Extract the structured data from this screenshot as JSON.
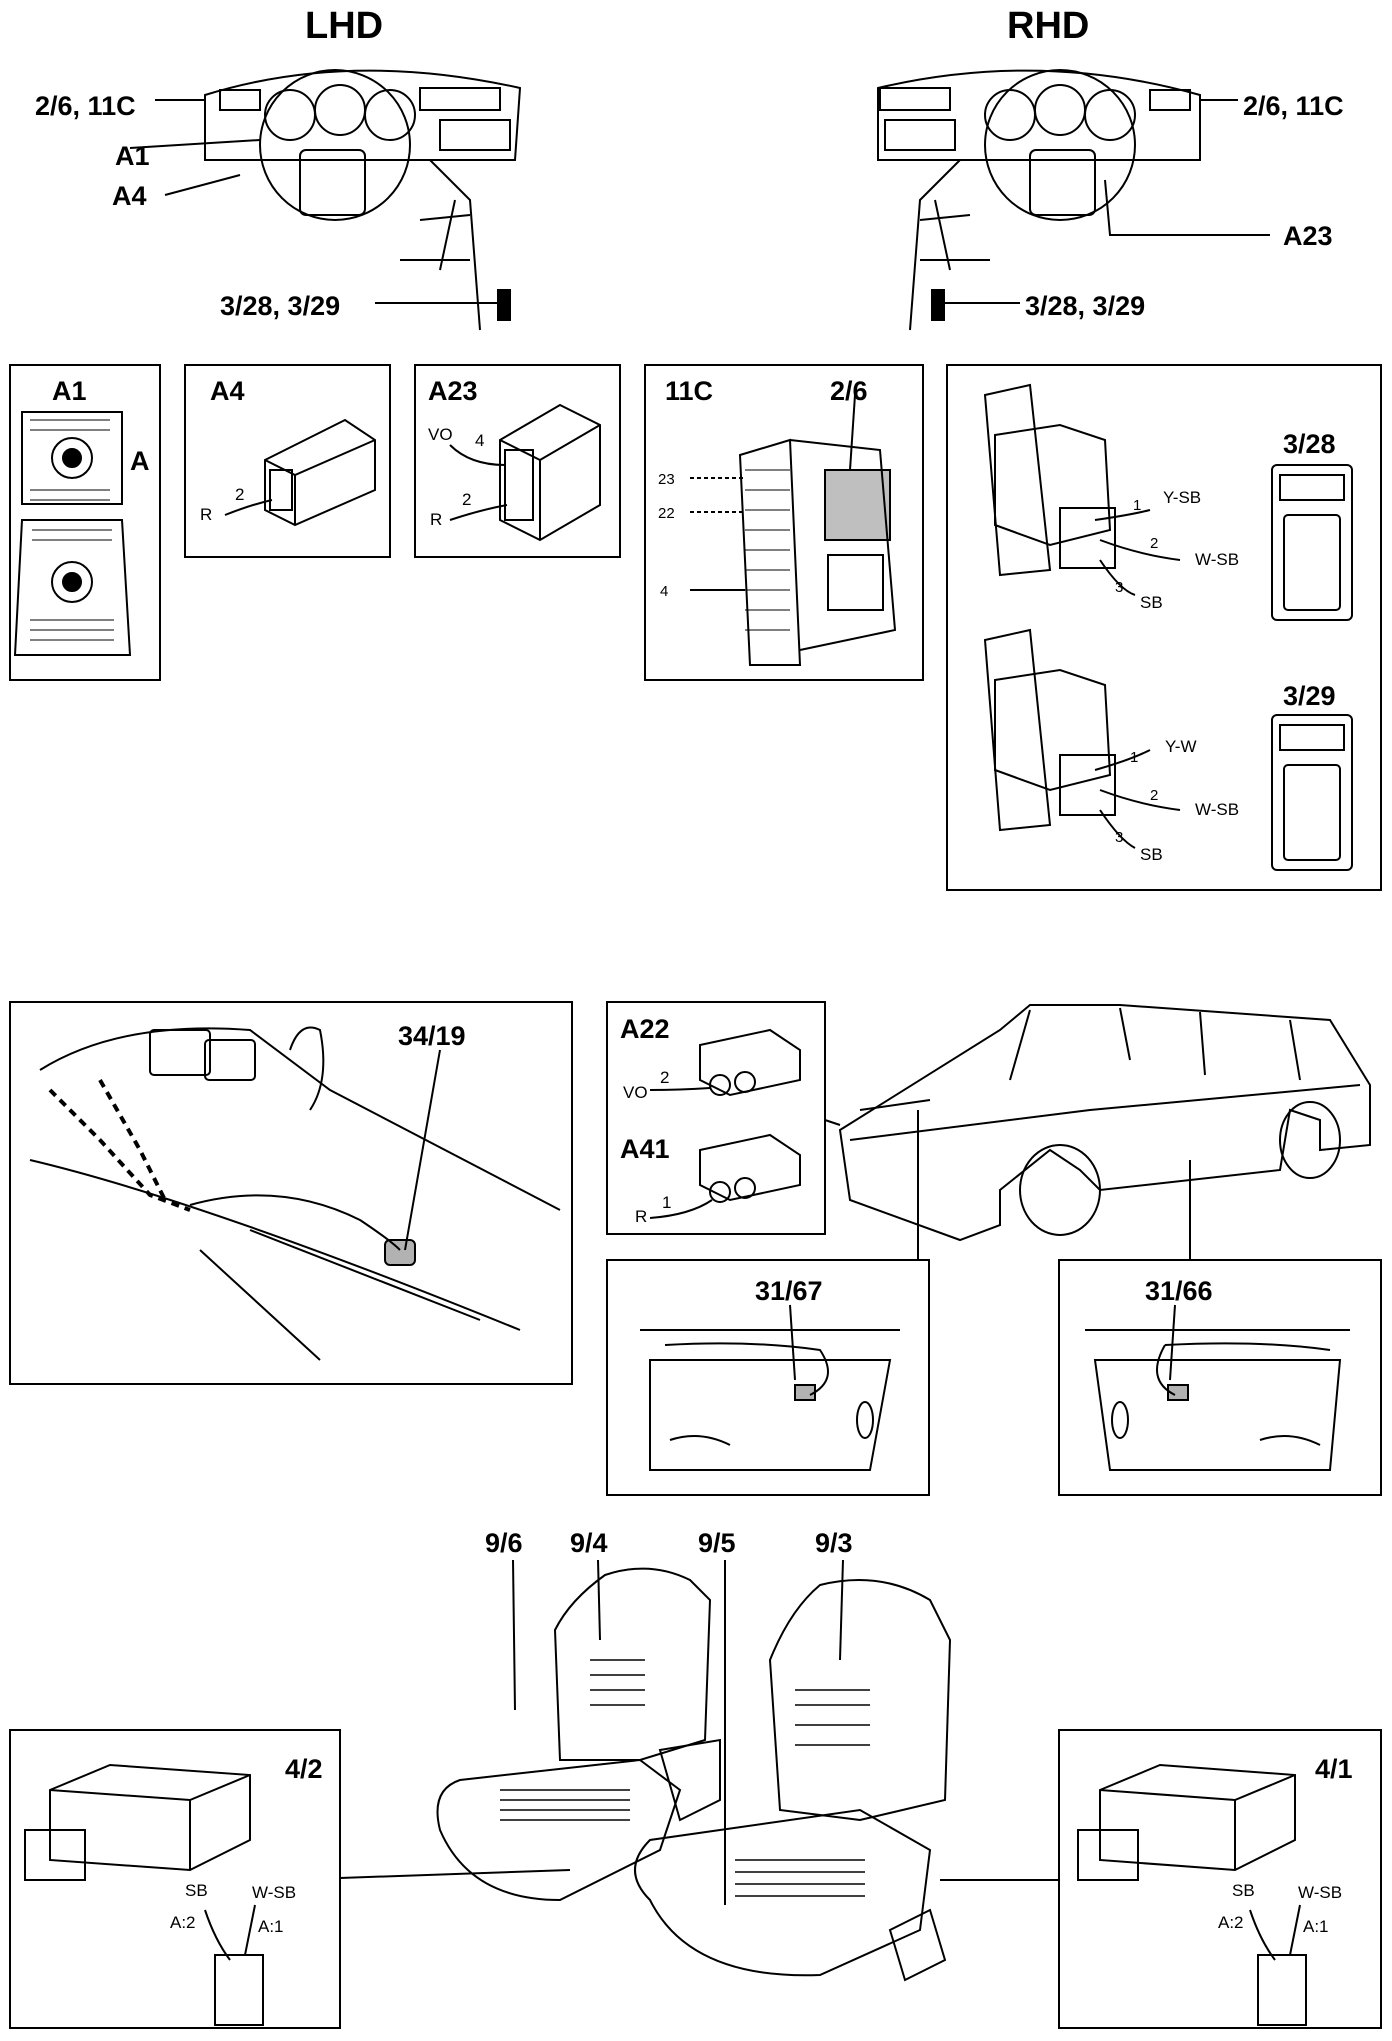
{
  "headings": {
    "lhd": "LHD",
    "rhd": "RHD"
  },
  "callouts": {
    "lhd_26_11c": "2/6, 11C",
    "lhd_a1": "A1",
    "lhd_a4": "A4",
    "lhd_328_329": "3/28, 3/29",
    "rhd_26_11c": "2/6, 11C",
    "rhd_a23": "A23",
    "rhd_328_329": "3/28, 3/29"
  },
  "panels": {
    "a1": {
      "title": "A1",
      "side_label": "A"
    },
    "a4": {
      "title": "A4",
      "wire_color": "R",
      "pin": "2"
    },
    "a23": {
      "title": "A23",
      "wire1_color": "VO",
      "wire1_pin": "4",
      "wire2_color": "R",
      "wire2_pin": "2"
    },
    "c11": {
      "title": "11C",
      "title2": "2/6",
      "pins": [
        "23",
        "22",
        "4"
      ]
    },
    "switches": {
      "s328": {
        "title": "3/28",
        "pins": [
          "1",
          "2",
          "3"
        ],
        "wires": [
          "Y-SB",
          "W-SB",
          "SB"
        ]
      },
      "s329": {
        "title": "3/29",
        "pins": [
          "1",
          "2",
          "3"
        ],
        "wires": [
          "Y-W",
          "W-SB",
          "SB"
        ]
      }
    },
    "p3419": {
      "title": "34/19"
    },
    "a22a41": {
      "a22": {
        "title": "A22",
        "wire_color": "VO",
        "pin": "2"
      },
      "a41": {
        "title": "A41",
        "wire_color": "R",
        "pin": "1"
      }
    },
    "p3167": {
      "title": "31/67"
    },
    "p3166": {
      "title": "31/66"
    },
    "seats": {
      "labels": [
        "9/6",
        "9/4",
        "9/5",
        "9/3"
      ]
    },
    "relay42": {
      "title": "4/2",
      "wire1": "SB",
      "wire2": "W-SB",
      "pin1": "A:2",
      "pin2": "A:1"
    },
    "relay41": {
      "title": "4/1",
      "wire1": "SB",
      "wire2": "W-SB",
      "pin1": "A:2",
      "pin2": "A:1"
    }
  }
}
